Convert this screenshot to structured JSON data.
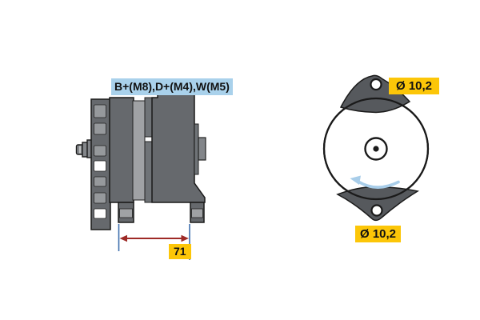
{
  "colors": {
    "page-bg": "#ffffff",
    "label-blue-bg": "#a9d1eb",
    "label-yellow-bg": "#fcc608",
    "label-text": "#111111",
    "body-gray": "#66696d",
    "body-gray-2": "#6f7377",
    "band-gray": "#a0a2a5",
    "slot-gray": "#96999c",
    "shaft-gray": "#83868a",
    "lug-gray": "#56595d",
    "outline": "#1a1a1a",
    "dim-red": "#9e2a26",
    "dim-blue": "#3f6fae",
    "rotation-blue": "#a8cde9"
  },
  "side_view": {
    "description": "alternator side view",
    "terminals_label": "B+(M8),D+(M4),W(M5)",
    "dimension_value": "71"
  },
  "rear_view": {
    "description": "alternator rear view",
    "top_hole_diameter": "Ø 10,2",
    "bottom_hole_diameter": "Ø 10,2",
    "rotation_direction": "counterclockwise"
  }
}
